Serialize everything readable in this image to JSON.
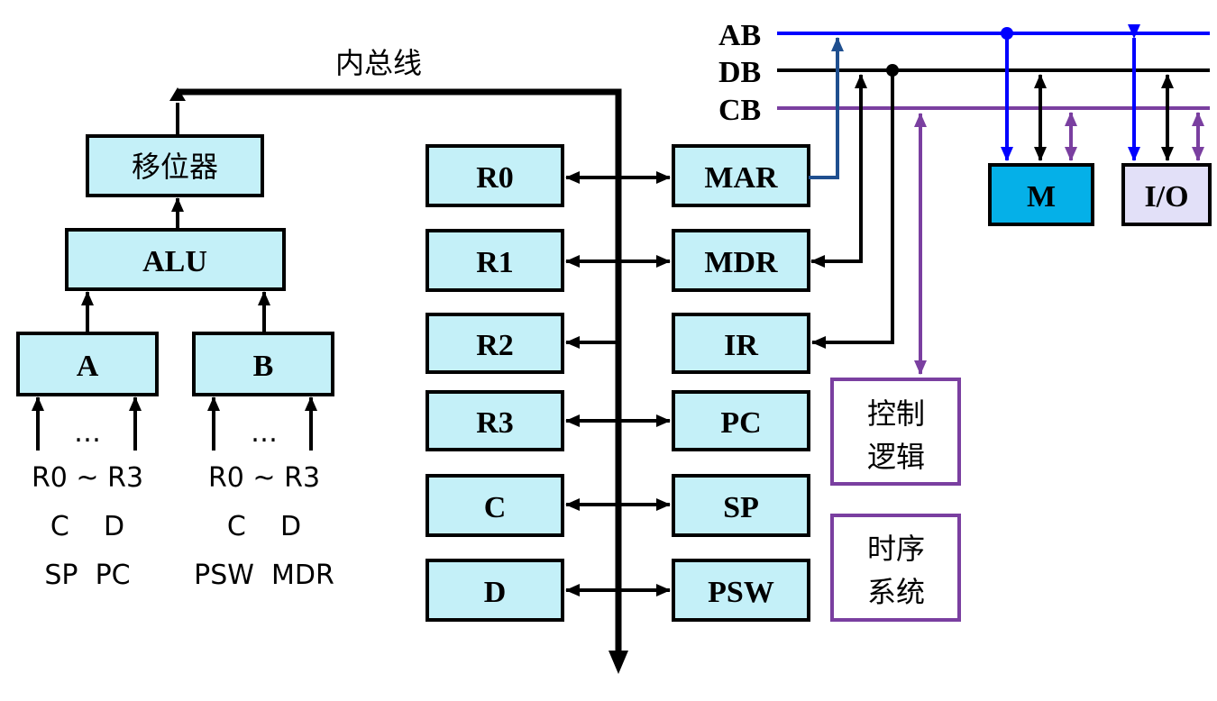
{
  "internal_bus": {
    "label": "内总线"
  },
  "system_bus": {
    "ab": "AB",
    "db": "DB",
    "cb": "CB"
  },
  "alu_path": {
    "shifter": "移位器",
    "alu": "ALU",
    "reg_a": "A",
    "reg_b": "B",
    "a_inputs": {
      "dots": "…",
      "line1": "R0 ~ R3",
      "line2": "C    D",
      "line3": "SP  PC"
    },
    "b_inputs": {
      "dots": "…",
      "line1": "R0 ~ R3",
      "line2": "C    D",
      "line3": "PSW  MDR"
    }
  },
  "general_registers": [
    "R0",
    "R1",
    "R2",
    "R3",
    "C",
    "D"
  ],
  "special_registers": [
    "MAR",
    "MDR",
    "IR",
    "PC",
    "SP",
    "PSW"
  ],
  "control_logic": {
    "line1": "控制",
    "line2": "逻辑"
  },
  "timing_system": {
    "line1": "时序",
    "line2": "系统"
  },
  "memory": "M",
  "io": "I/O",
  "colors": {
    "ab": "#0000ff",
    "cb": "#7a3fa0",
    "mar_link": "#1f4f8f",
    "box_fill": "#c4f0f8",
    "memory_fill": "#05b0e8",
    "io_fill": "#e2e0f8"
  }
}
